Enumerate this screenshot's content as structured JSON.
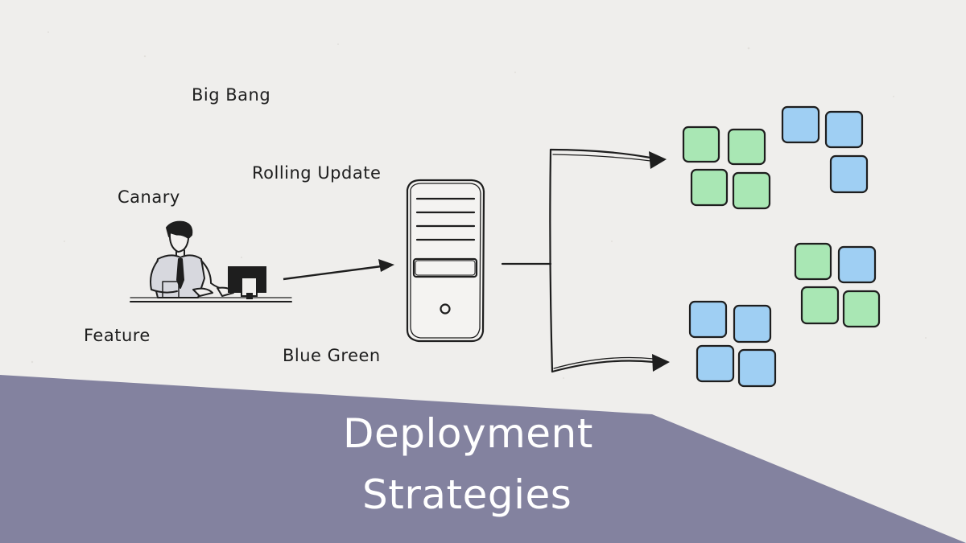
{
  "strategies": {
    "big_bang": "Big Bang",
    "rolling_update": "Rolling Update",
    "canary": "Canary",
    "feature": "Feature",
    "blue_green": "Blue Green"
  },
  "title": {
    "line1": "Deployment",
    "line2": "Strategies"
  },
  "colors": {
    "background": "#efeeec",
    "banner": "#83829f",
    "green_node": "#a9e7b4",
    "blue_node": "#9fcff3",
    "ink": "#1e1e1e"
  },
  "icons": [
    "developer-at-desk-icon",
    "server-tower-icon",
    "arrow-icon",
    "node-square-icon"
  ]
}
